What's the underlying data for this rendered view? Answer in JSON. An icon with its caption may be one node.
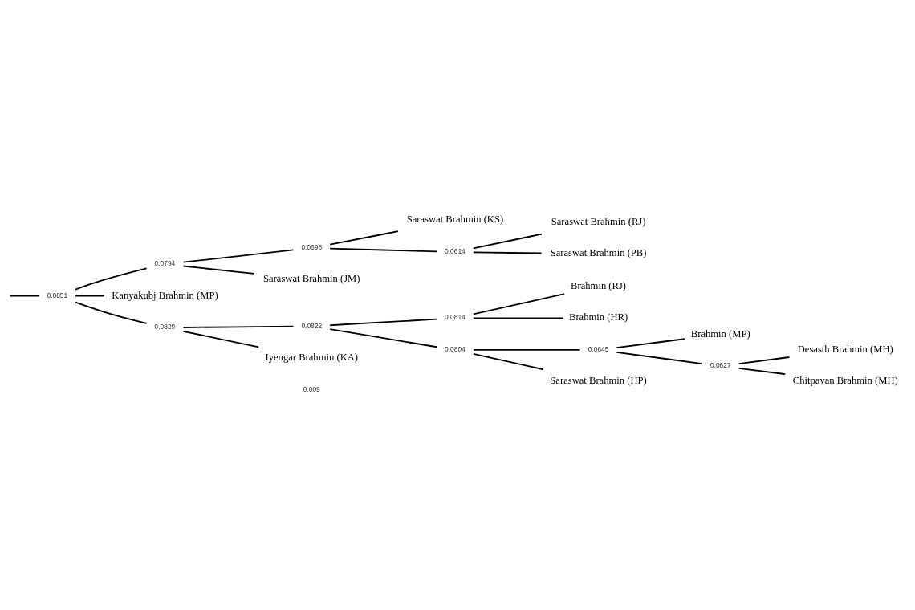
{
  "diagram": {
    "nodes": [
      {
        "text": [
          "0.0851"
        ]
      },
      {
        "text": [
          "0.0794"
        ]
      },
      {
        "text": [
          "0.0698"
        ]
      },
      {
        "text": [
          "Saraswat Brahmin (KS)"
        ]
      },
      {
        "text": [
          "0.0614"
        ]
      },
      {
        "text": [
          "Saraswat Brahmin (RJ)"
        ]
      },
      {
        "text": [
          "Saraswat Brahmin (PB)"
        ]
      },
      {
        "text": [
          "Saraswat Brahmin (JM)"
        ]
      },
      {
        "text": [
          "Kanyakubj Brahmin (MP)"
        ]
      },
      {
        "text": [
          "0.0829"
        ]
      },
      {
        "text": [
          "0.0822"
        ]
      },
      {
        "text": [
          "0.0814"
        ]
      },
      {
        "text": [
          "Brahmin (RJ)"
        ]
      },
      {
        "text": [
          "Brahmin (HR)"
        ]
      },
      {
        "text": [
          "0.0804"
        ]
      },
      {
        "text": [
          "0.0645"
        ]
      },
      {
        "text": [
          "Brahmin (MP)"
        ]
      },
      {
        "text": [
          "0.0627"
        ]
      },
      {
        "text": [
          "Desasth Brahmin (MH)"
        ]
      },
      {
        "text": [
          "Chitpavan Brahmin (MH)"
        ]
      },
      {
        "text": [
          "Saraswat Brahmin (HP)"
        ]
      },
      {
        "text": [
          "Iyengar Brahmin (KA)"
        ]
      }
    ],
    "edges": [
      {
        "from": null,
        "to": 0,
        "arrow": "none"
      },
      {
        "from": 0,
        "to": 1,
        "arrow": "none"
      },
      {
        "from": 0,
        "to": 8,
        "arrow": "none"
      },
      {
        "from": 0,
        "to": 9,
        "arrow": "none"
      },
      {
        "from": 1,
        "to": 2,
        "arrow": "none"
      },
      {
        "from": 1,
        "to": 7,
        "arrow": "none"
      },
      {
        "from": 2,
        "to": 3,
        "arrow": "none"
      },
      {
        "from": 2,
        "to": 4,
        "arrow": "none"
      },
      {
        "from": 4,
        "to": 5,
        "arrow": "none"
      },
      {
        "from": 4,
        "to": 6,
        "arrow": "none"
      },
      {
        "from": 9,
        "to": 10,
        "arrow": "none"
      },
      {
        "from": 9,
        "to": 21,
        "arrow": "none"
      },
      {
        "from": 10,
        "to": 11,
        "arrow": "none"
      },
      {
        "from": 10,
        "to": 14,
        "arrow": "none"
      },
      {
        "from": 11,
        "to": 12,
        "arrow": "none"
      },
      {
        "from": 11,
        "to": 13,
        "arrow": "none"
      },
      {
        "from": 14,
        "to": 15,
        "arrow": "none"
      },
      {
        "from": 14,
        "to": 20,
        "arrow": "none"
      },
      {
        "from": 15,
        "to": 16,
        "arrow": "none"
      },
      {
        "from": 15,
        "to": 17,
        "arrow": "none"
      },
      {
        "from": 17,
        "to": 18,
        "arrow": "none"
      },
      {
        "from": 17,
        "to": 19,
        "arrow": "none"
      }
    ],
    "labels": [
      "0.009"
    ]
  }
}
